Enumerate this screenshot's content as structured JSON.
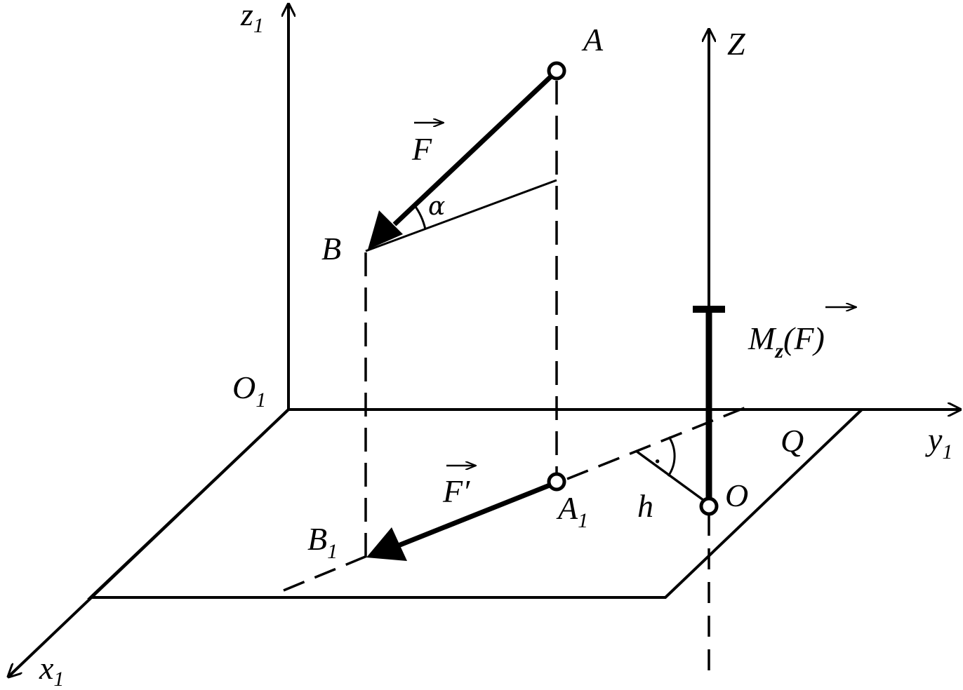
{
  "labels": {
    "z1_main": "z",
    "z1_sub": "1",
    "z_axis": "Z",
    "y1_main": "y",
    "y1_sub": "1",
    "x1_main": "x",
    "x1_sub": "1",
    "o1_main": "O",
    "o1_sub": "1",
    "point_a": "A",
    "point_b": "B",
    "point_a1_main": "A",
    "point_a1_sub": "1",
    "point_b1_main": "B",
    "point_b1_sub": "1",
    "point_o": "O",
    "plane_q": "Q",
    "force_f": "F",
    "force_f_proj": "F′",
    "angle_alpha": "α",
    "arm_h": "h",
    "moment_m": "M",
    "moment_sub": "z",
    "moment_paren_open": "(",
    "moment_f": "F",
    "moment_paren_close": ")",
    "right_angle_dot": "."
  },
  "colors": {
    "ink": "#000000",
    "background": "#ffffff"
  }
}
